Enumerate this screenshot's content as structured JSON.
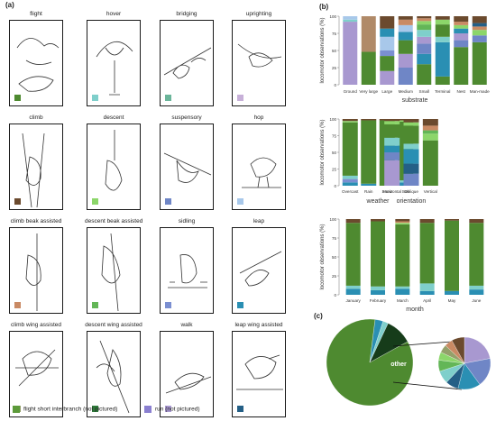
{
  "panel_a": {
    "letter": "(a)",
    "cells": [
      {
        "label": "flight",
        "color": "#4e8a30",
        "icon": "bird-flight-icon"
      },
      {
        "label": "hover",
        "color": "#7fcfcb",
        "icon": "bird-hover-icon"
      },
      {
        "label": "bridging",
        "color": "#6bb59a",
        "icon": "bird-bridging-icon"
      },
      {
        "label": "uprighting",
        "color": "#c7b0d8",
        "icon": "bird-uprighting-icon"
      },
      {
        "label": "climb",
        "color": "#6b4a2e",
        "icon": "bird-climb-icon"
      },
      {
        "label": "descent",
        "color": "#8cd66a",
        "icon": "bird-descent-icon"
      },
      {
        "label": "suspensory",
        "color": "#6f86c6",
        "icon": "bird-suspensory-icon"
      },
      {
        "label": "hop",
        "color": "#a8c8ea",
        "icon": "bird-hop-icon"
      },
      {
        "label": "climb beak assisted",
        "color": "#c98a64",
        "icon": "bird-climb-beak-icon"
      },
      {
        "label": "descent beak assisted",
        "color": "#63b657",
        "icon": "bird-descent-beak-icon"
      },
      {
        "label": "sidling",
        "color": "#7b8fd1",
        "icon": "bird-sidling-icon"
      },
      {
        "label": "leap",
        "color": "#2a8fb3",
        "icon": "bird-leap-icon"
      },
      {
        "label": "climb wing assisted",
        "color": "#94a06a",
        "icon": "bird-climb-wing-icon"
      },
      {
        "label": "descent wing assisted",
        "color": "#2e7a3a",
        "icon": "bird-descent-wing-icon"
      },
      {
        "label": "walk",
        "color": "#a898d0",
        "icon": "bird-walk-icon"
      },
      {
        "label": "leap wing assisted",
        "color": "#245f86",
        "icon": "bird-leap-wing-icon"
      }
    ],
    "legend": [
      {
        "label": "flight short interbranch (not pictured)",
        "color": "#5c9a3a"
      },
      {
        "label": "run (not pictured)",
        "color": "#8a7fd0"
      }
    ]
  },
  "panel_b": {
    "letter": "(b)",
    "ylabel": "locomotor observations (%)",
    "yticks": [
      "0",
      "25",
      "50",
      "75",
      "100"
    ]
  },
  "panel_c": {
    "letter": "(c)",
    "other_label": "other"
  },
  "chart_data": [
    {
      "type": "bar",
      "xlabel": "substrate",
      "ylabel": "locomotor observations (%)",
      "ylim": [
        0,
        100
      ],
      "categories": [
        "Ground",
        "Very large",
        "Large",
        "Medium",
        "Small",
        "Terminal",
        "Nest",
        "Man-made"
      ],
      "stacks": [
        [
          {
            "c": "#a898d0",
            "v": 92
          },
          {
            "c": "#7fcfcb",
            "v": 3
          },
          {
            "c": "#a8c8ea",
            "v": 5
          }
        ],
        [
          {
            "c": "#4e8a30",
            "v": 48
          },
          {
            "c": "#b08a68",
            "v": 52
          }
        ],
        [
          {
            "c": "#a898d0",
            "v": 20
          },
          {
            "c": "#4e8a30",
            "v": 22
          },
          {
            "c": "#7b8fd1",
            "v": 8
          },
          {
            "c": "#a8c8ea",
            "v": 20
          },
          {
            "c": "#2a8fb3",
            "v": 12
          },
          {
            "c": "#6b4a2e",
            "v": 18
          }
        ],
        [
          {
            "c": "#6f86c6",
            "v": 25
          },
          {
            "c": "#a898d0",
            "v": 20
          },
          {
            "c": "#4e8a30",
            "v": 20
          },
          {
            "c": "#2a8fb3",
            "v": 12
          },
          {
            "c": "#a8c8ea",
            "v": 10
          },
          {
            "c": "#c98a64",
            "v": 8
          },
          {
            "c": "#6b4a2e",
            "v": 5
          }
        ],
        [
          {
            "c": "#4e8a30",
            "v": 30
          },
          {
            "c": "#2a8fb3",
            "v": 15
          },
          {
            "c": "#6f86c6",
            "v": 15
          },
          {
            "c": "#a898d0",
            "v": 10
          },
          {
            "c": "#7fcfcb",
            "v": 10
          },
          {
            "c": "#63b657",
            "v": 8
          },
          {
            "c": "#8cd66a",
            "v": 5
          },
          {
            "c": "#c98a64",
            "v": 4
          },
          {
            "c": "#6b4a2e",
            "v": 3
          }
        ],
        [
          {
            "c": "#4e8a30",
            "v": 12
          },
          {
            "c": "#2a8fb3",
            "v": 50
          },
          {
            "c": "#7fcfcb",
            "v": 8
          },
          {
            "c": "#4e8a30",
            "v": 18
          },
          {
            "c": "#8cd66a",
            "v": 7
          },
          {
            "c": "#6b4a2e",
            "v": 5
          }
        ],
        [
          {
            "c": "#4e8a30",
            "v": 55
          },
          {
            "c": "#6f86c6",
            "v": 10
          },
          {
            "c": "#a898d0",
            "v": 10
          },
          {
            "c": "#2a8fb3",
            "v": 7
          },
          {
            "c": "#8cd66a",
            "v": 5
          },
          {
            "c": "#c98a64",
            "v": 5
          },
          {
            "c": "#6b4a2e",
            "v": 8
          }
        ],
        [
          {
            "c": "#4e8a30",
            "v": 62
          },
          {
            "c": "#6f86c6",
            "v": 10
          },
          {
            "c": "#8cd66a",
            "v": 8
          },
          {
            "c": "#c98a64",
            "v": 5
          },
          {
            "c": "#245f86",
            "v": 5
          },
          {
            "c": "#6b4a2e",
            "v": 10
          }
        ]
      ]
    },
    {
      "type": "bar",
      "xlabel": "weather",
      "ylabel": "locomotor observations (%)",
      "ylim": [
        0,
        100
      ],
      "categories": [
        "Overcast",
        "Rain",
        "Snow",
        "Sun"
      ],
      "stacks": [
        [
          {
            "c": "#2a8fb3",
            "v": 5
          },
          {
            "c": "#7b8fd1",
            "v": 5
          },
          {
            "c": "#7fcfcb",
            "v": 5
          },
          {
            "c": "#4e8a30",
            "v": 80
          },
          {
            "c": "#8cd66a",
            "v": 2
          },
          {
            "c": "#6b4a2e",
            "v": 3
          }
        ],
        [
          {
            "c": "#2a8fb3",
            "v": 3
          },
          {
            "c": "#4e8a30",
            "v": 95
          },
          {
            "c": "#6b4a2e",
            "v": 2
          }
        ],
        [
          {
            "c": "#4e8a30",
            "v": 98
          },
          {
            "c": "#6b4a2e",
            "v": 2
          }
        ],
        [
          {
            "c": "#2a8fb3",
            "v": 5
          },
          {
            "c": "#7fcfcb",
            "v": 3
          },
          {
            "c": "#4e8a30",
            "v": 88
          },
          {
            "c": "#8cd66a",
            "v": 2
          },
          {
            "c": "#6b4a2e",
            "v": 2
          }
        ]
      ]
    },
    {
      "type": "bar",
      "xlabel": "orientation",
      "ylabel": "",
      "ylim": [
        0,
        100
      ],
      "categories": [
        "Horizontal",
        "Oblique",
        "Vertical"
      ],
      "stacks": [
        [
          {
            "c": "#a898d0",
            "v": 38
          },
          {
            "c": "#6f86c6",
            "v": 12
          },
          {
            "c": "#2a8fb3",
            "v": 10
          },
          {
            "c": "#7fcfcb",
            "v": 12
          },
          {
            "c": "#4e8a30",
            "v": 20
          },
          {
            "c": "#8cd66a",
            "v": 5
          },
          {
            "c": "#6b4a2e",
            "v": 3
          }
        ],
        [
          {
            "c": "#6f86c6",
            "v": 18
          },
          {
            "c": "#245f86",
            "v": 15
          },
          {
            "c": "#2a8fb3",
            "v": 22
          },
          {
            "c": "#7fcfcb",
            "v": 8
          },
          {
            "c": "#4e8a30",
            "v": 27
          },
          {
            "c": "#8cd66a",
            "v": 5
          },
          {
            "c": "#6b4a2e",
            "v": 5
          }
        ],
        [
          {
            "c": "#4e8a30",
            "v": 68
          },
          {
            "c": "#8cd66a",
            "v": 10
          },
          {
            "c": "#63b657",
            "v": 5
          },
          {
            "c": "#c98a64",
            "v": 7
          },
          {
            "c": "#6b4a2e",
            "v": 10
          }
        ]
      ]
    },
    {
      "type": "bar",
      "xlabel": "month",
      "ylabel": "locomotor observations (%)",
      "ylim": [
        0,
        100
      ],
      "categories": [
        "January",
        "February",
        "March",
        "April",
        "May",
        "June"
      ],
      "stacks": [
        [
          {
            "c": "#2a8fb3",
            "v": 8
          },
          {
            "c": "#7fcfcb",
            "v": 4
          },
          {
            "c": "#4e8a30",
            "v": 83
          },
          {
            "c": "#6b4a2e",
            "v": 5
          }
        ],
        [
          {
            "c": "#2a8fb3",
            "v": 6
          },
          {
            "c": "#7fcfcb",
            "v": 5
          },
          {
            "c": "#4e8a30",
            "v": 86
          },
          {
            "c": "#6b4a2e",
            "v": 3
          }
        ],
        [
          {
            "c": "#2a8fb3",
            "v": 8
          },
          {
            "c": "#7fcfcb",
            "v": 3
          },
          {
            "c": "#4e8a30",
            "v": 82
          },
          {
            "c": "#8cd66a",
            "v": 2
          },
          {
            "c": "#c98a64",
            "v": 2
          },
          {
            "c": "#6b4a2e",
            "v": 3
          }
        ],
        [
          {
            "c": "#2a8fb3",
            "v": 5
          },
          {
            "c": "#7fcfcb",
            "v": 10
          },
          {
            "c": "#4e8a30",
            "v": 80
          },
          {
            "c": "#6b4a2e",
            "v": 5
          }
        ],
        [
          {
            "c": "#2a8fb3",
            "v": 5
          },
          {
            "c": "#4e8a30",
            "v": 93
          },
          {
            "c": "#6b4a2e",
            "v": 2
          }
        ],
        [
          {
            "c": "#2a8fb3",
            "v": 7
          },
          {
            "c": "#7fcfcb",
            "v": 5
          },
          {
            "c": "#4e8a30",
            "v": 83
          },
          {
            "c": "#6b4a2e",
            "v": 5
          }
        ]
      ]
    },
    {
      "type": "pie",
      "title": "",
      "slices": [
        {
          "c": "#4e8a30",
          "v": 85
        },
        {
          "c": "#2a8fb3",
          "v": 3
        },
        {
          "c": "#7fcfcb",
          "v": 2
        },
        {
          "c": "#163c1a",
          "v": 10
        }
      ]
    },
    {
      "type": "pie",
      "title": "",
      "slices": [
        {
          "c": "#a898d0",
          "v": 22
        },
        {
          "c": "#6f86c6",
          "v": 18
        },
        {
          "c": "#2a8fb3",
          "v": 14
        },
        {
          "c": "#245f86",
          "v": 8
        },
        {
          "c": "#7fcfcb",
          "v": 8
        },
        {
          "c": "#63b657",
          "v": 7
        },
        {
          "c": "#8cd66a",
          "v": 5
        },
        {
          "c": "#94a06a",
          "v": 5
        },
        {
          "c": "#c98a64",
          "v": 5
        },
        {
          "c": "#6b4a2e",
          "v": 8
        }
      ]
    }
  ]
}
